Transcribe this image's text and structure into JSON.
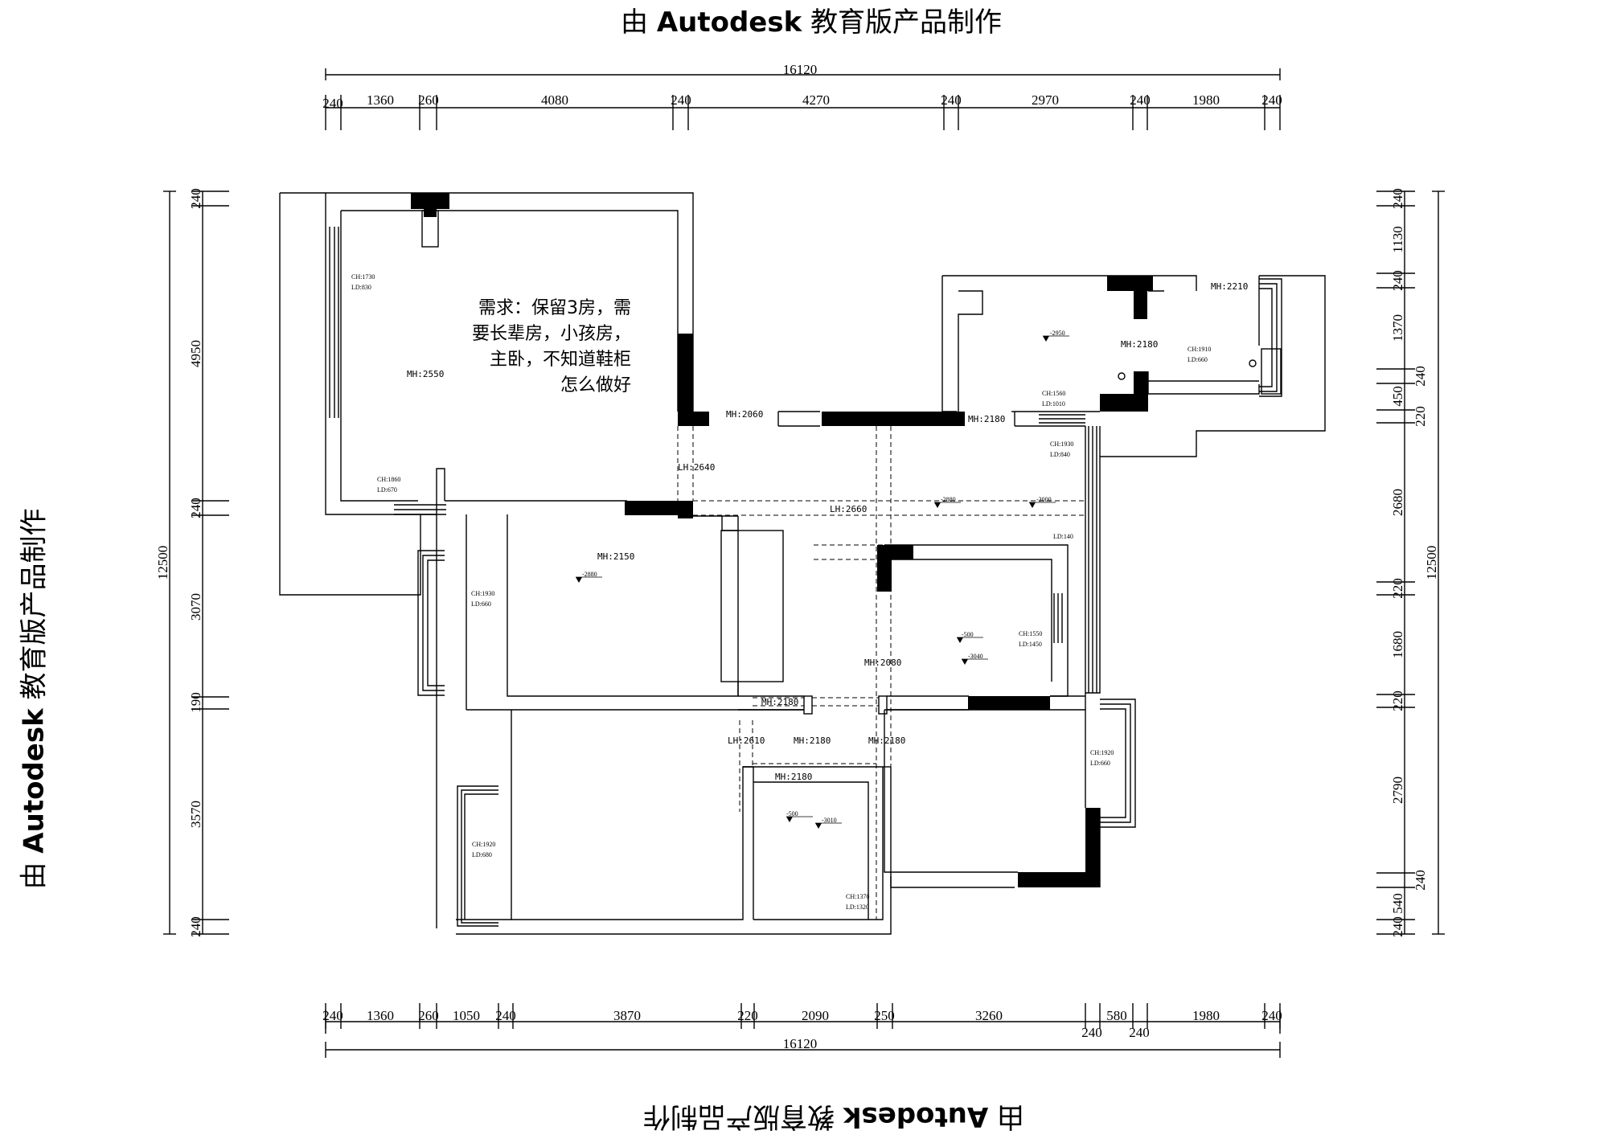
{
  "watermark": {
    "prefix": "由",
    "brand": "Autodesk",
    "suffix": "教育版产品制作"
  },
  "requirement_note": [
    "需求：保留3房，需",
    "要长辈房，小孩房，",
    "主卧，不知道鞋柜",
    "怎么做好"
  ],
  "dimensions": {
    "top_total": "16120",
    "top_segments": [
      "240",
      "1360",
      "260",
      "4080",
      "240",
      "4270",
      "240",
      "2970",
      "240",
      "1980",
      "240"
    ],
    "bottom_total": "16120",
    "bottom_segments": [
      "240",
      "1360",
      "260",
      "1050",
      "240",
      "3870",
      "220",
      "2090",
      "250",
      "3260",
      "580",
      "1980",
      "240"
    ],
    "bottom_extra": [
      "240",
      "240"
    ],
    "left_total": "12500",
    "left_segments": [
      "240",
      "4950",
      "240",
      "3070",
      "190",
      "3570",
      "240"
    ],
    "right_total": "12500",
    "right_segments": [
      "240",
      "1130",
      "240",
      "1370",
      "240",
      "450",
      "220",
      "2680",
      "220",
      "1680",
      "220",
      "2790",
      "240",
      "540",
      "240"
    ]
  },
  "labels": {
    "mh_2550": "MH:2550",
    "mh_2060": "MH:2060",
    "mh_2180_a": "MH:2180",
    "mh_2210": "MH:2210",
    "mh_2180_b": "MH:2180",
    "lh_2640": "LH:2640",
    "lh_2660": "LH:2660",
    "mh_2150": "MH:2150",
    "mh_2080": "MH:2080",
    "mh_2180_c": "MH:2180",
    "lh_2610": "LH:2610",
    "mh_2180_d": "MH:2180",
    "mh_2180_e": "MH:2180",
    "mh_2180_f": "MH:2180"
  },
  "window_labels": [
    {
      "ch": "CH:1730",
      "ld": "LD:830"
    },
    {
      "ch": "CH:1860",
      "ld": "LD:670"
    },
    {
      "ch": "CH:1910",
      "ld": "LD:660"
    },
    {
      "ch": "CH:1560",
      "ld": "LD:1010"
    },
    {
      "ch": "CH:1930",
      "ld": "LD:840"
    },
    {
      "ch": "CH:1930",
      "ld": "LD:660"
    },
    {
      "ch": "CH:1550",
      "ld": "LD:1450"
    },
    {
      "ch": "CH:1920",
      "ld": "LD:660"
    },
    {
      "ch": "CH:1920",
      "ld": "LD:680"
    },
    {
      "ch": "CH:1370",
      "ld": "LD:1320"
    }
  ],
  "ld_140": "LD:140",
  "levels": [
    "-2950",
    "-2880",
    "-3000",
    "-2880",
    "-500",
    "-3040",
    "-500",
    "-3010"
  ]
}
